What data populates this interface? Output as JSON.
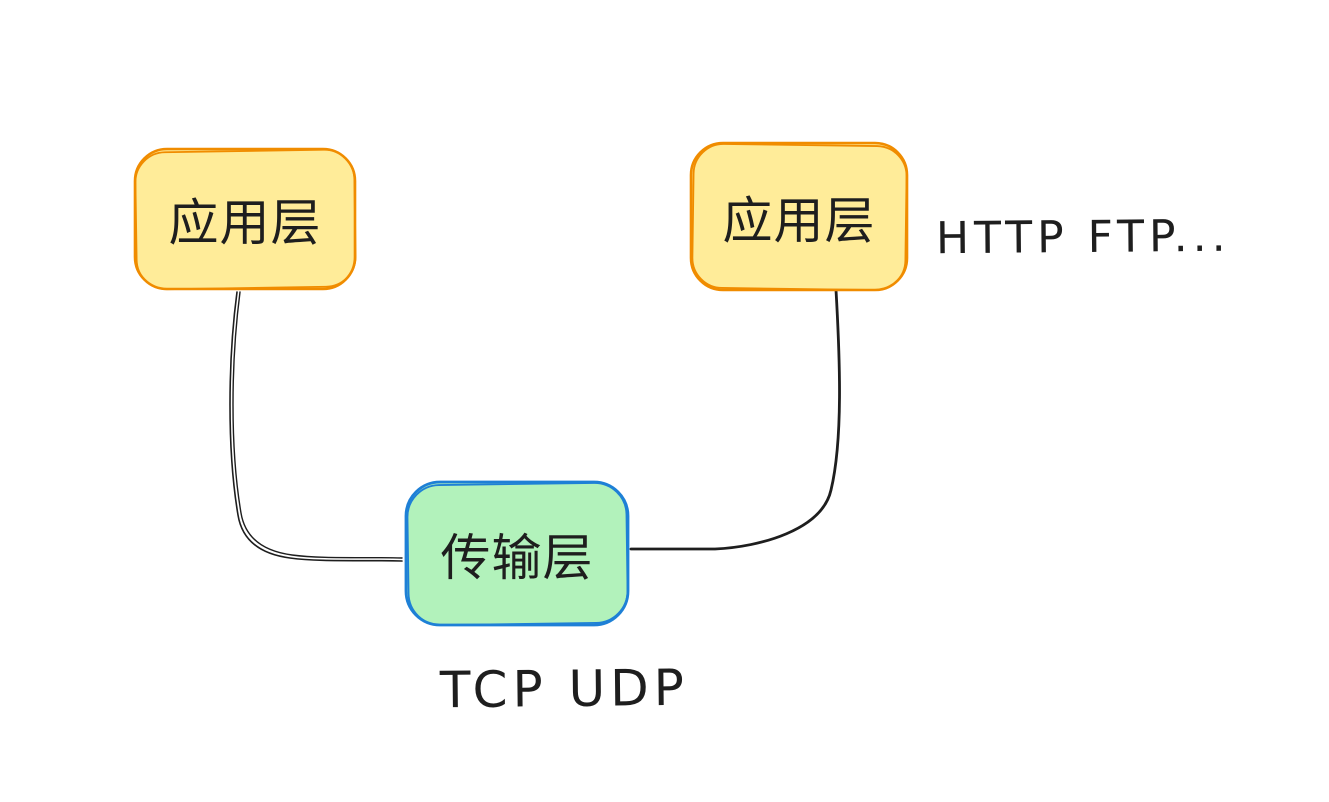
{
  "diagram": {
    "title": "network-layers-sketch",
    "background_color": "#ffffff",
    "text_color": "#1e1e1e",
    "edge_color": "#1e1e1e",
    "nodes": [
      {
        "id": "app-layer-left",
        "label": "应用层",
        "fill": "#ffec99",
        "stroke": "#f08c00"
      },
      {
        "id": "app-layer-right",
        "label": "应用层",
        "fill": "#ffec99",
        "stroke": "#f08c00"
      },
      {
        "id": "transport-layer",
        "label": "传输层",
        "fill": "#b2f2bb",
        "stroke": "#1e80d6"
      }
    ],
    "annotations": [
      {
        "id": "http-ftp",
        "text": "HTTP FTP..."
      },
      {
        "id": "tcp-udp",
        "text": "TCP UDP"
      }
    ],
    "edges": [
      {
        "from": "app-layer-left",
        "to": "transport-layer",
        "style": "double-thin-sketch"
      },
      {
        "from": "app-layer-right",
        "to": "transport-layer",
        "style": "single-sketch"
      }
    ]
  }
}
